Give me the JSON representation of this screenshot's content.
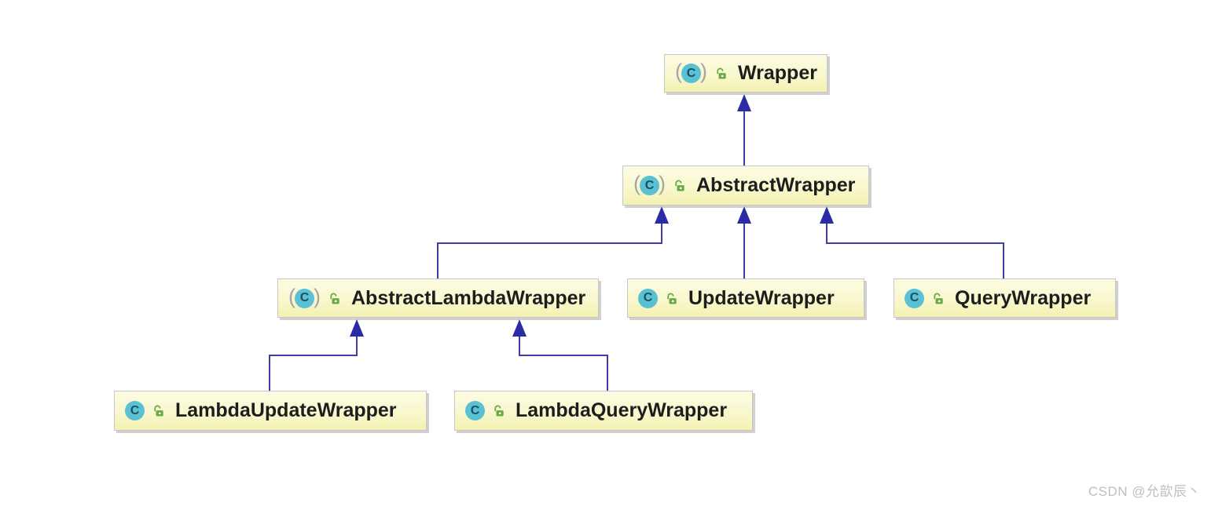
{
  "diagram": {
    "kind": "uml-class-hierarchy",
    "nodes": [
      {
        "id": "wrapper",
        "label": "Wrapper",
        "abstract": true,
        "visibility": "public"
      },
      {
        "id": "abstract-wrapper",
        "label": "AbstractWrapper",
        "abstract": true,
        "visibility": "public"
      },
      {
        "id": "abstract-lambda-wrapper",
        "label": "AbstractLambdaWrapper",
        "abstract": true,
        "visibility": "public"
      },
      {
        "id": "update-wrapper",
        "label": "UpdateWrapper",
        "abstract": false,
        "visibility": "public"
      },
      {
        "id": "query-wrapper",
        "label": "QueryWrapper",
        "abstract": false,
        "visibility": "public"
      },
      {
        "id": "lambda-update-wrapper",
        "label": "LambdaUpdateWrapper",
        "abstract": false,
        "visibility": "public"
      },
      {
        "id": "lambda-query-wrapper",
        "label": "LambdaQueryWrapper",
        "abstract": false,
        "visibility": "public"
      }
    ],
    "edges": [
      {
        "from": "AbstractWrapper",
        "to": "Wrapper",
        "type": "extends"
      },
      {
        "from": "AbstractLambdaWrapper",
        "to": "AbstractWrapper",
        "type": "extends"
      },
      {
        "from": "UpdateWrapper",
        "to": "AbstractWrapper",
        "type": "extends"
      },
      {
        "from": "QueryWrapper",
        "to": "AbstractWrapper",
        "type": "extends"
      },
      {
        "from": "LambdaUpdateWrapper",
        "to": "AbstractLambdaWrapper",
        "type": "extends"
      },
      {
        "from": "LambdaQueryWrapper",
        "to": "AbstractLambdaWrapper",
        "type": "extends"
      }
    ],
    "icons": {
      "class_letter": "C",
      "class_icon": "class-circle-icon",
      "visibility_icon": "open-padlock-icon"
    }
  },
  "watermark": {
    "text": "CSDN @允歆辰丶"
  },
  "colors": {
    "edge": "#3e3ea6",
    "arrow": "#2b2ba6",
    "node_fill_top": "#fdfce3",
    "node_fill_bottom": "#f4f1b2",
    "node_border": "#c6c6c6",
    "class_icon_bg": "#5ac0d3",
    "class_icon_letter": "#1d4f5f",
    "lock_green": "#69aa45",
    "label_text": "#1d1d1d",
    "paren": "#a6a6a6",
    "watermark": "#bfbfbf"
  }
}
